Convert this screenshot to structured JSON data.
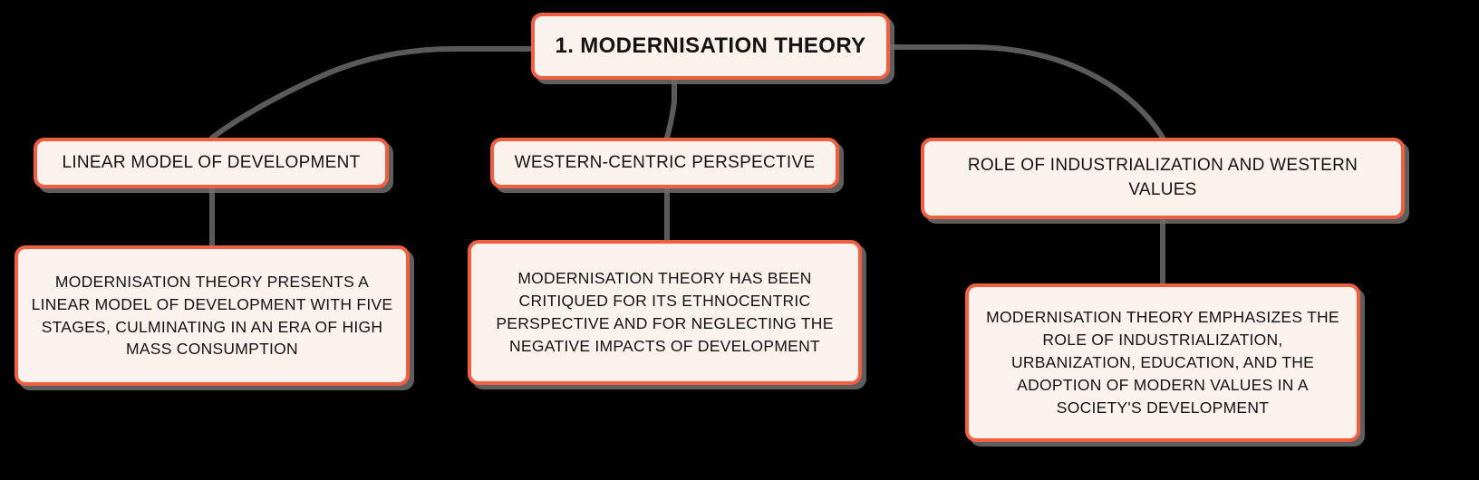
{
  "diagram": {
    "background_color": "#000000",
    "node_fill": "#fcf2ed",
    "node_border": "#ef5f41",
    "connector_color": "#5a5a5a",
    "text_color": "#131313",
    "root": {
      "label": "1. MODERNISATION THEORY"
    },
    "branches": [
      {
        "label": "LINEAR MODEL OF DEVELOPMENT",
        "detail": "MODERNISATION THEORY PRESENTS A LINEAR MODEL OF DEVELOPMENT WITH FIVE STAGES, CULMINATING IN AN ERA OF HIGH MASS CONSUMPTION"
      },
      {
        "label": "WESTERN-CENTRIC PERSPECTIVE",
        "detail": "MODERNISATION THEORY HAS BEEN CRITIQUED FOR ITS ETHNOCENTRIC PERSPECTIVE AND FOR NEGLECTING THE NEGATIVE IMPACTS OF DEVELOPMENT"
      },
      {
        "label": "ROLE OF INDUSTRIALIZATION AND WESTERN VALUES",
        "detail": "MODERNISATION THEORY EMPHASIZES THE ROLE OF INDUSTRIALIZATION, URBANIZATION, EDUCATION, AND THE ADOPTION OF MODERN VALUES IN A SOCIETY'S DEVELOPMENT"
      }
    ]
  }
}
